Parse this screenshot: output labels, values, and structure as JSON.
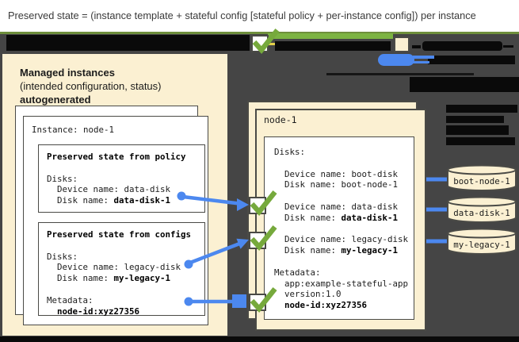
{
  "title_bar": {
    "text": "Preserved state = (instance template + stateful config [stateful policy + per-instance config]) per instance"
  },
  "colors": {
    "background": "#454545",
    "panel_beige": "#FBF0D2",
    "green_accent": "#7CB342",
    "olive_line": "#6E8F3C",
    "blue_connector": "#4C88EF",
    "redaction_black": "#0A0A0A",
    "card_white": "#FFFFFF",
    "border_gray": "#4A4A46"
  },
  "legend": {
    "symbols": [
      "checked-checkbox",
      "green-line",
      "beige-square",
      "blue-connector"
    ]
  },
  "left_panel": {
    "heading": {
      "title": "Managed instances",
      "subtitle": "(intended configuration, status)",
      "note": "autogenerated"
    },
    "instance_card": {
      "title": "Instance: node-1",
      "policy_box": {
        "lines": [
          {
            "pre": "",
            "bold": "Preserved state from policy"
          },
          {
            "pre": "",
            "bold": ""
          },
          {
            "pre": "Disks:",
            "bold": ""
          },
          {
            "pre": "  Device name: data-disk",
            "bold": ""
          },
          {
            "pre": "  Disk name: ",
            "bold": "data-disk-1"
          }
        ]
      },
      "configs_box": {
        "lines": [
          {
            "pre": "",
            "bold": "Preserved state from configs"
          },
          {
            "pre": "",
            "bold": ""
          },
          {
            "pre": "Disks:",
            "bold": ""
          },
          {
            "pre": "  Device name: legacy-disk",
            "bold": ""
          },
          {
            "pre": "  Disk name: ",
            "bold": "my-legacy-1"
          },
          {
            "pre": "",
            "bold": ""
          },
          {
            "pre": "Metadata:",
            "bold": ""
          },
          {
            "pre": "  ",
            "bold": "node-id:xyz27356"
          }
        ]
      }
    }
  },
  "node_panel": {
    "title": "node-1",
    "details_box": {
      "lines": [
        {
          "pre": "Disks:",
          "bold": ""
        },
        {
          "pre": "",
          "bold": ""
        },
        {
          "pre": "  Device name: boot-disk",
          "bold": ""
        },
        {
          "pre": "  Disk name: boot-node-1",
          "bold": ""
        },
        {
          "pre": "",
          "bold": ""
        },
        {
          "pre": "  Device name: data-disk",
          "bold": ""
        },
        {
          "pre": "  Disk name: ",
          "bold": "data-disk-1"
        },
        {
          "pre": "",
          "bold": ""
        },
        {
          "pre": "  Device name: legacy-disk",
          "bold": ""
        },
        {
          "pre": "  Disk name: ",
          "bold": "my-legacy-1"
        },
        {
          "pre": "",
          "bold": ""
        },
        {
          "pre": "Metadata:",
          "bold": ""
        },
        {
          "pre": "  app:example-stateful-app",
          "bold": ""
        },
        {
          "pre": "  version:1.0",
          "bold": ""
        },
        {
          "pre": "  ",
          "bold": "node-id:xyz27356"
        }
      ]
    }
  },
  "disks": [
    {
      "label": "boot-node-1"
    },
    {
      "label": "data-disk-1"
    },
    {
      "label": "my-legacy-1"
    }
  ]
}
